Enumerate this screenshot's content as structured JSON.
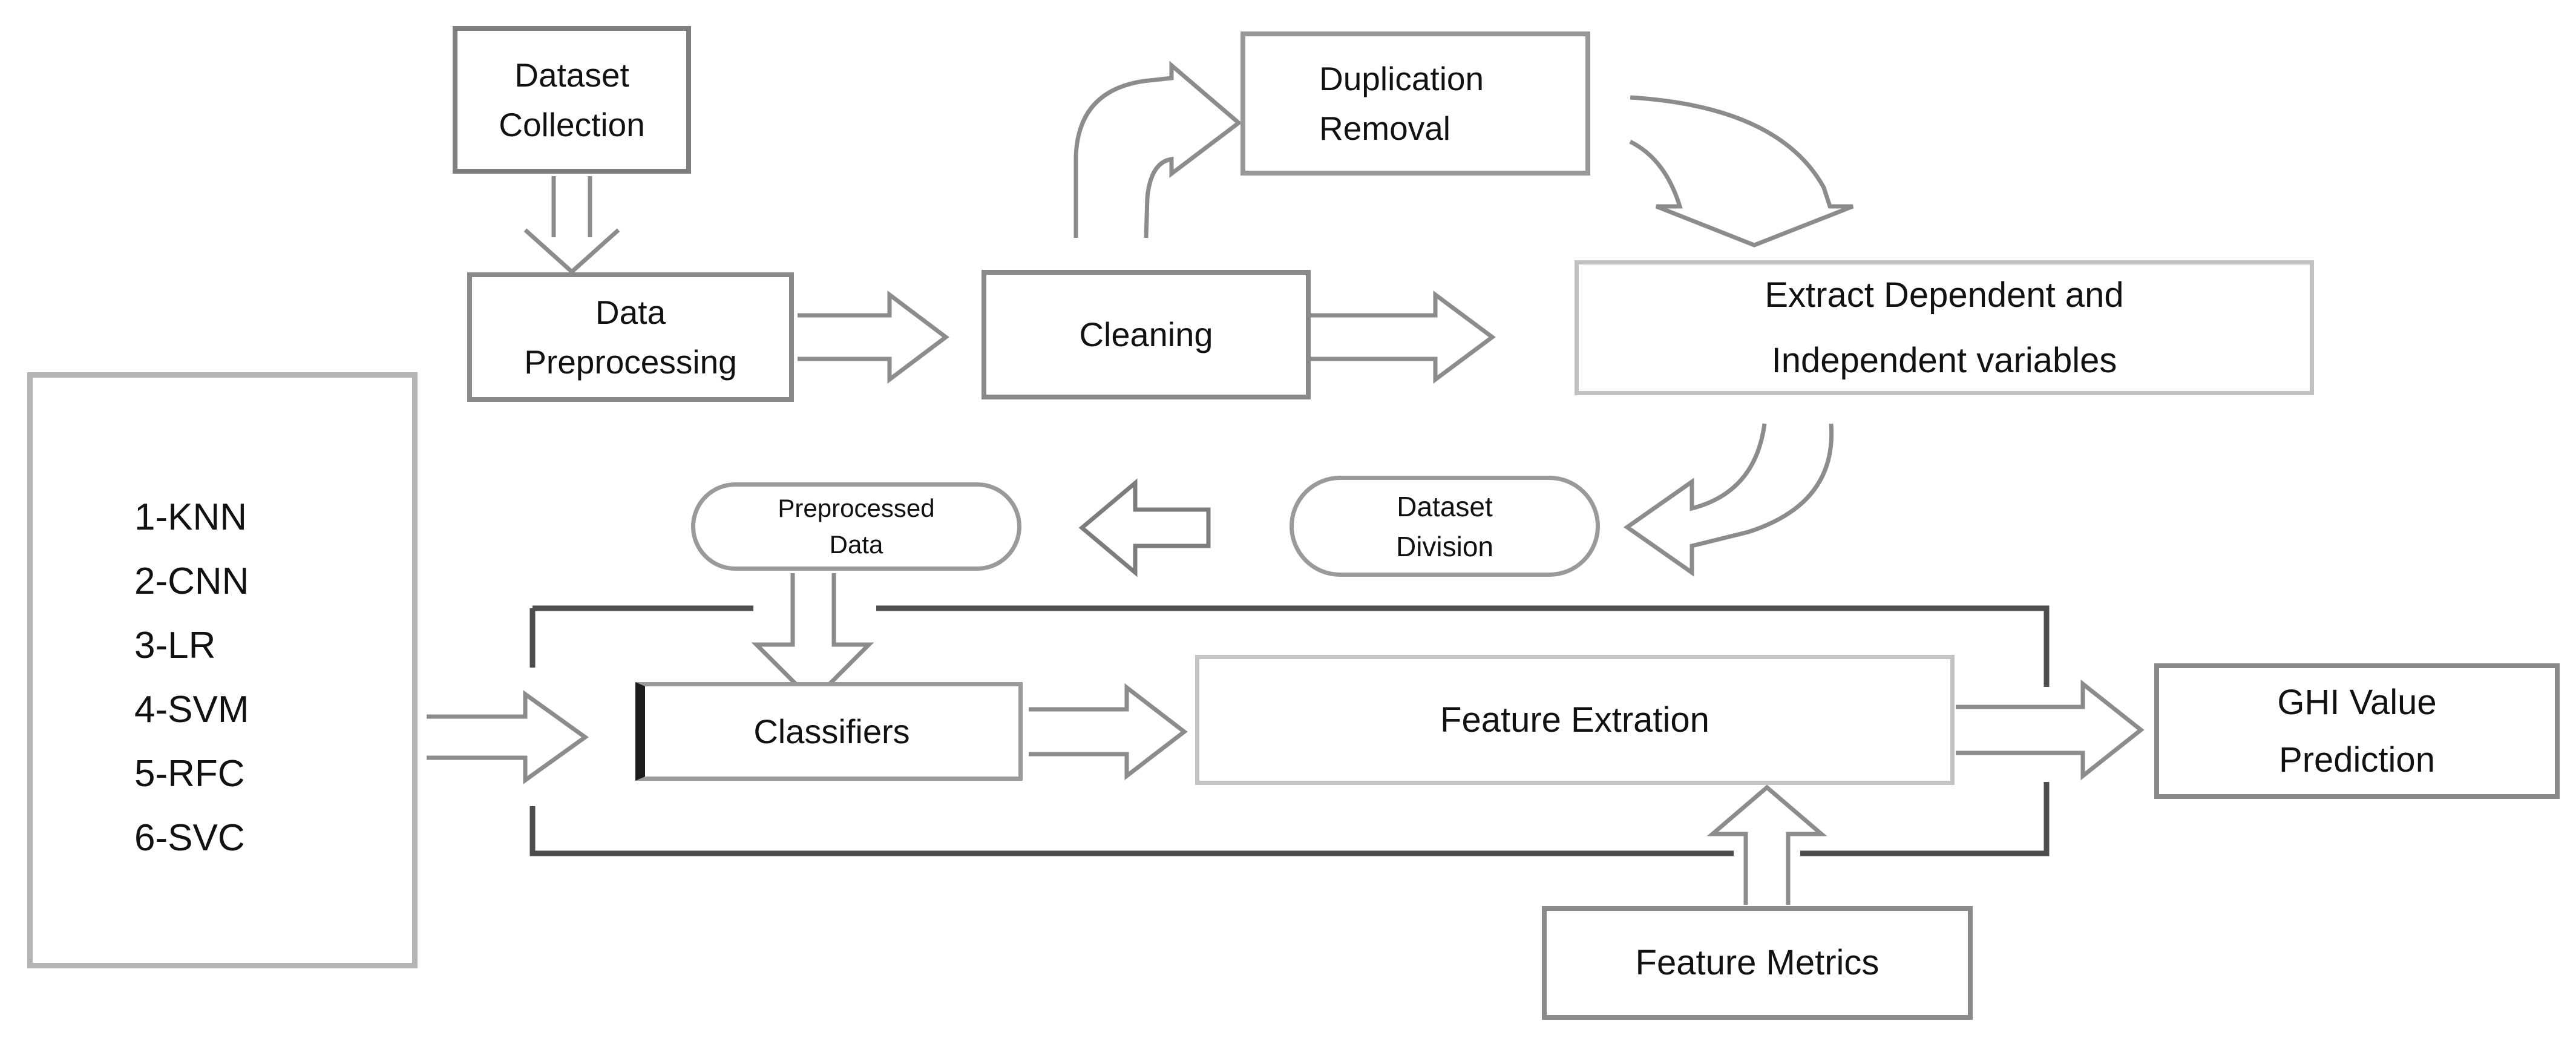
{
  "colors": {
    "text": "#111111",
    "box_border": "#8a8a8a",
    "light_border": "#c2c2c2",
    "container_border": "#4d4d4d",
    "arrow_outline": "#8c8c8c",
    "background": "#ffffff"
  },
  "nodes": {
    "dataset_collection": {
      "line1": "Dataset",
      "line2": "Collection"
    },
    "duplication_removal": {
      "line1": "Duplication",
      "line2": "Removal"
    },
    "data_preprocessing": {
      "line1": "Data",
      "line2": "Preprocessing"
    },
    "cleaning": {
      "line1": "Cleaning"
    },
    "extract_variables": {
      "line1": "Extract Dependent and",
      "line2": "Independent variables"
    },
    "preprocessed_data": {
      "line1": "Preprocessed",
      "line2": "Data"
    },
    "dataset_division": {
      "line1": "Dataset",
      "line2": "Division"
    },
    "classifiers": {
      "line1": "Classifiers"
    },
    "feature_extraction": {
      "line1": "Feature Extration"
    },
    "ghi_prediction": {
      "line1": "GHI Value",
      "line2": "Prediction"
    },
    "feature_metrics": {
      "line1": "Feature Metrics"
    }
  },
  "model_list": {
    "items": [
      "1-KNN",
      "2-CNN",
      "3-LR",
      "4-SVM",
      "5-RFC",
      "6-SVC"
    ]
  }
}
